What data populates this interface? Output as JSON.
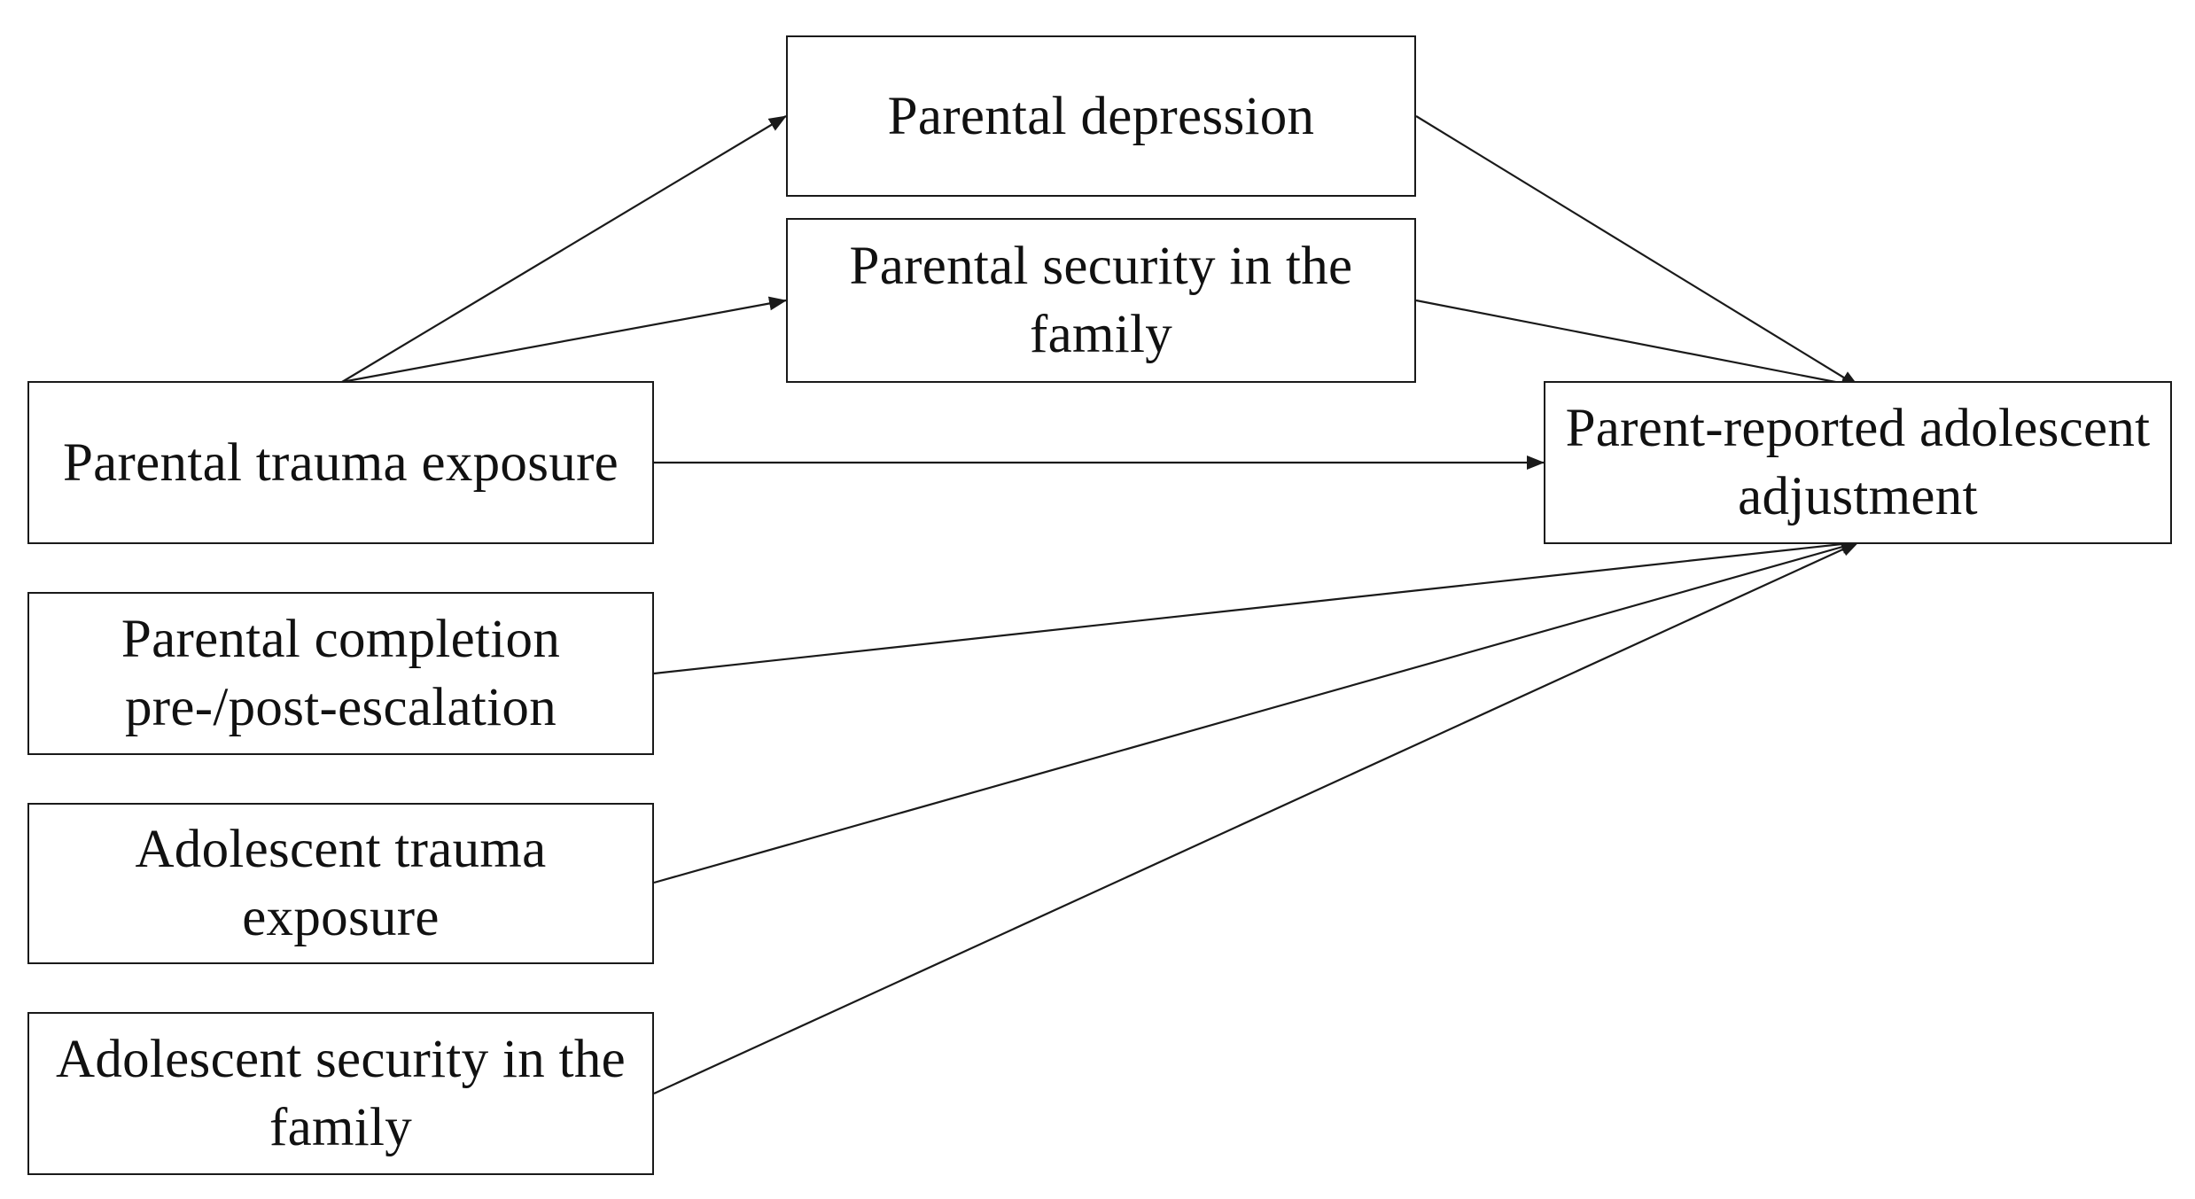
{
  "diagram": {
    "nodes": {
      "parental_depression": {
        "label": "Parental depression"
      },
      "parental_security": {
        "label": "Parental security in the family"
      },
      "parental_trauma": {
        "label": "Parental trauma exposure"
      },
      "parental_completion": {
        "label": "Parental completion pre-/post-escalation"
      },
      "adolescent_trauma": {
        "label": "Adolescent trauma exposure"
      },
      "adolescent_security": {
        "label": "Adolescent security in the family"
      },
      "outcome": {
        "label": "Parent-reported adolescent adjustment"
      }
    },
    "edges": [
      {
        "from": "parental_trauma",
        "to": "parental_depression"
      },
      {
        "from": "parental_trauma",
        "to": "parental_security"
      },
      {
        "from": "parental_trauma",
        "to": "outcome"
      },
      {
        "from": "parental_depression",
        "to": "outcome"
      },
      {
        "from": "parental_security",
        "to": "outcome"
      },
      {
        "from": "parental_completion",
        "to": "outcome"
      },
      {
        "from": "adolescent_trauma",
        "to": "outcome"
      },
      {
        "from": "adolescent_security",
        "to": "outcome"
      }
    ],
    "colors": {
      "line": "#1a1a1a",
      "text": "#111111",
      "background": "#ffffff"
    }
  }
}
